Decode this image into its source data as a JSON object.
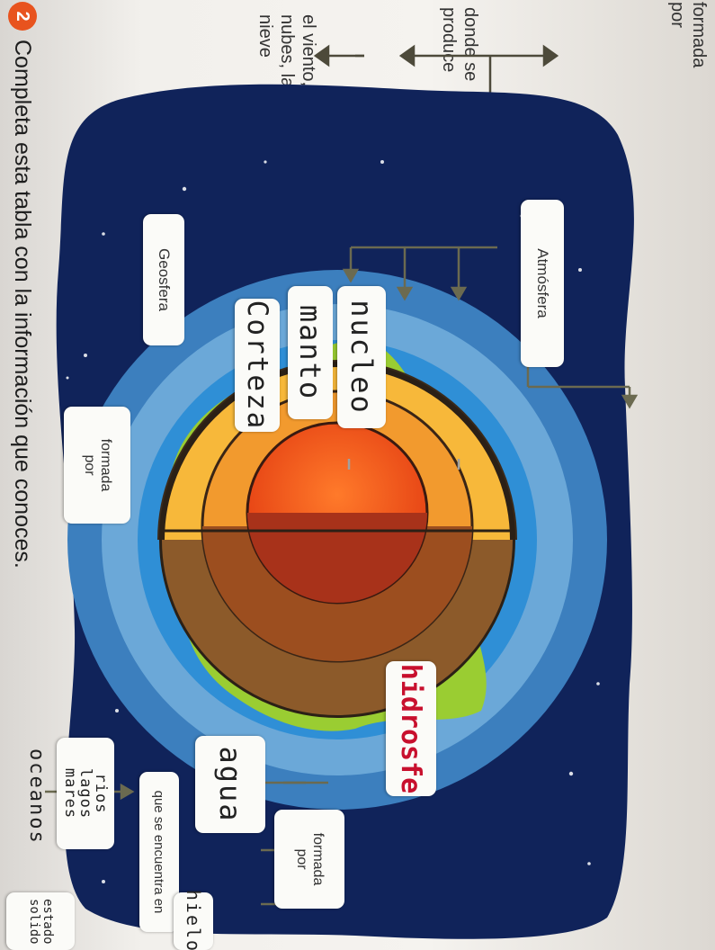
{
  "top_text": {
    "formada_por": "formada por",
    "donde_se_produce": "donde se produce",
    "el_viento": "el viento, las nubes, la      y la nieve"
  },
  "instruction": {
    "number": "2",
    "text": "Completa esta tabla con la información que conoces."
  },
  "labels": {
    "atmosfera": "Atmósfera",
    "geosfera": "Geosfera",
    "geosfera_formada_por": "formada por",
    "hidrosfera": "hidrosfe",
    "hidrosfera_formada_por": "formada por",
    "que_se_encuentra_en": "que se encuentra en"
  },
  "handwritten": {
    "nucleo": "nucleo",
    "manto": "manto",
    "corteza": "Corteza",
    "agua": "agua",
    "hielo": "hielo",
    "rios_lagos_mares": "rios lagos mares",
    "oceanos": "oceanos",
    "estado_solido": "estado solido"
  },
  "colors": {
    "space": "#0f1f4e",
    "hand_red": "#c8102e",
    "instruction_badge": "#e8531e"
  }
}
